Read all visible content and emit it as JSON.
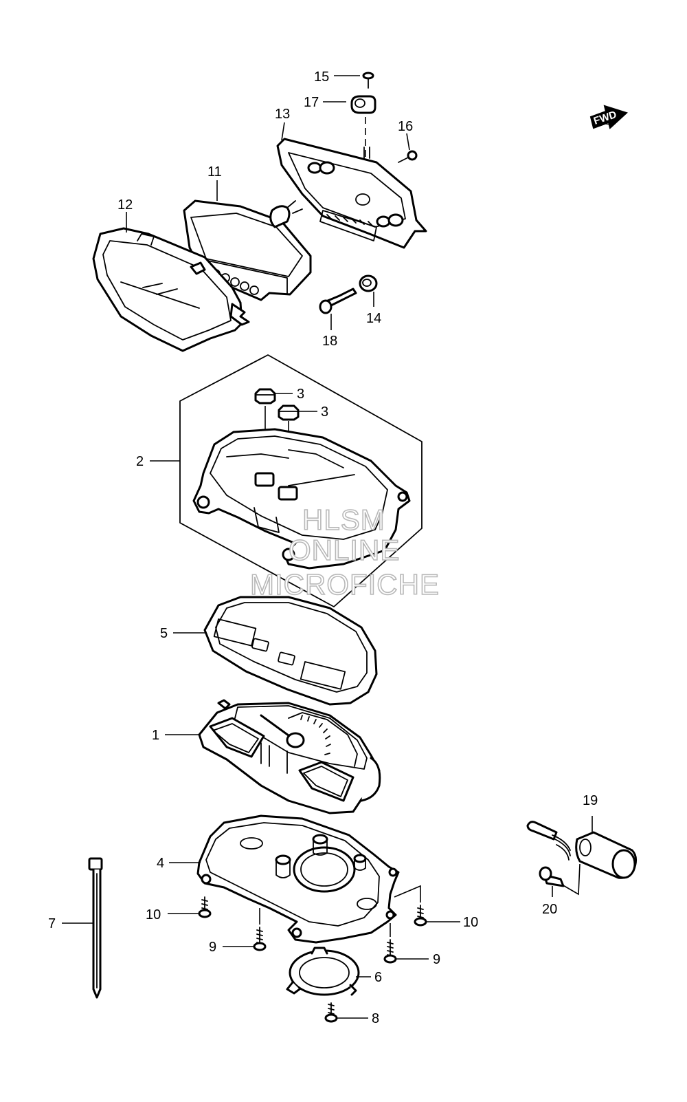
{
  "callouts": [
    {
      "id": "1",
      "label": "1"
    },
    {
      "id": "2",
      "label": "2"
    },
    {
      "id": "3a",
      "label": "3"
    },
    {
      "id": "3b",
      "label": "3"
    },
    {
      "id": "4",
      "label": "4"
    },
    {
      "id": "5",
      "label": "5"
    },
    {
      "id": "6",
      "label": "6"
    },
    {
      "id": "7",
      "label": "7"
    },
    {
      "id": "8",
      "label": "8"
    },
    {
      "id": "9a",
      "label": "9"
    },
    {
      "id": "9b",
      "label": "9"
    },
    {
      "id": "10a",
      "label": "10"
    },
    {
      "id": "10b",
      "label": "10"
    },
    {
      "id": "11",
      "label": "11"
    },
    {
      "id": "12",
      "label": "12"
    },
    {
      "id": "13",
      "label": "13"
    },
    {
      "id": "14",
      "label": "14"
    },
    {
      "id": "15",
      "label": "15"
    },
    {
      "id": "16",
      "label": "16"
    },
    {
      "id": "17",
      "label": "17"
    },
    {
      "id": "18",
      "label": "18"
    },
    {
      "id": "19",
      "label": "19"
    },
    {
      "id": "20",
      "label": "20"
    }
  ],
  "direction_badge": "FWD",
  "watermark": {
    "line1": "HLSM",
    "line2": "ONLINE",
    "line3": "MICROFICHE"
  }
}
